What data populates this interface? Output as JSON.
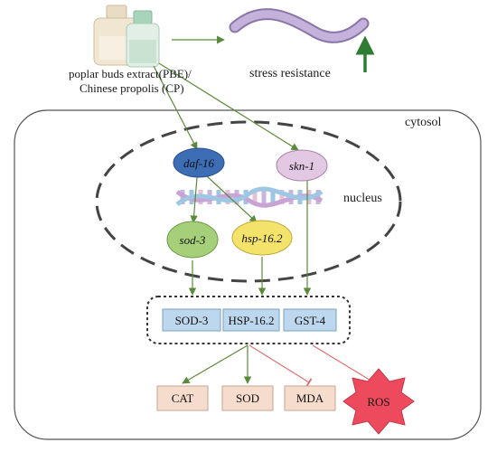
{
  "treatment": {
    "line1": "poplar buds extract(PBE)/",
    "line2": "Chinese propolis (CP)"
  },
  "outcome": {
    "label": "stress resistance"
  },
  "compartments": {
    "cytosol": "cytosol",
    "nucleus": "nucleus"
  },
  "genes": {
    "daf16": "daf-16",
    "skn1": "skn-1",
    "sod3": "sod-3",
    "hsp162": "hsp-16.2"
  },
  "proteins": {
    "sod3": "SOD-3",
    "hsp162": "HSP-16.2",
    "gst4": "GST-4"
  },
  "markers": {
    "cat": "CAT",
    "sod": "SOD",
    "mda": "MDA",
    "ros": "ROS"
  },
  "colors": {
    "activation_arrow": "#5b8a3a",
    "inhibition_line": "#e07070",
    "daf16_fill": "#3d6db5",
    "skn1_fill": "#e3c8e3",
    "sod3_fill": "#a6cf7a",
    "hsp162_fill": "#f4e36a",
    "protein_fill": "#bcd7ee",
    "marker_fill": "#f5dccd",
    "ros_fill": "#ee4a5e",
    "worm": "#b8a4cf",
    "up_arrow": "#2e7d32"
  }
}
